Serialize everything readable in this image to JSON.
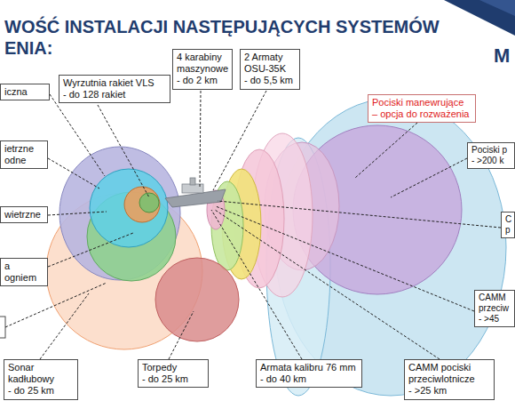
{
  "diagram": {
    "title": "WOŚĆ INSTALACJI NASTĘPUJĄCYCH SYSTEMÓW ENIA:",
    "nodes": [
      {
        "text": [
          "iczna"
        ]
      },
      {
        "text": [
          "Wyrzutnia rakiet VLS",
          "- do 128 rakiet"
        ]
      },
      {
        "text": [
          "4 karabiny maszynowe",
          "- do 2 km"
        ]
      },
      {
        "text": [
          "2 Armaty OSU-35K",
          "- do 5,5 km"
        ]
      },
      {
        "text": [
          "Pociski manewrujące – opcja do rozważenia"
        ]
      },
      {
        "text": [
          "ietrzne odne"
        ]
      },
      {
        "text": [
          "wietrzne"
        ]
      },
      {
        "text": [
          "a ogniem"
        ]
      },
      {
        "text": [
          "Pociski p",
          "- >200 k"
        ]
      },
      {
        "text": [
          "C",
          "p"
        ]
      },
      {
        "text": [
          "CAMM przeciw",
          "- >45"
        ]
      },
      {
        "text": [
          "Sonar kadłubowy",
          "- do 25 km"
        ]
      },
      {
        "text": [
          "Torpedy",
          "- do 25 km"
        ]
      },
      {
        "text": [
          "Armata kalibru 76 mm",
          "- do 40 km"
        ]
      },
      {
        "text": [
          "CAMM pociski przeciwlotnicze",
          "- >25 km"
        ]
      }
    ],
    "labels": [
      "M"
    ]
  }
}
